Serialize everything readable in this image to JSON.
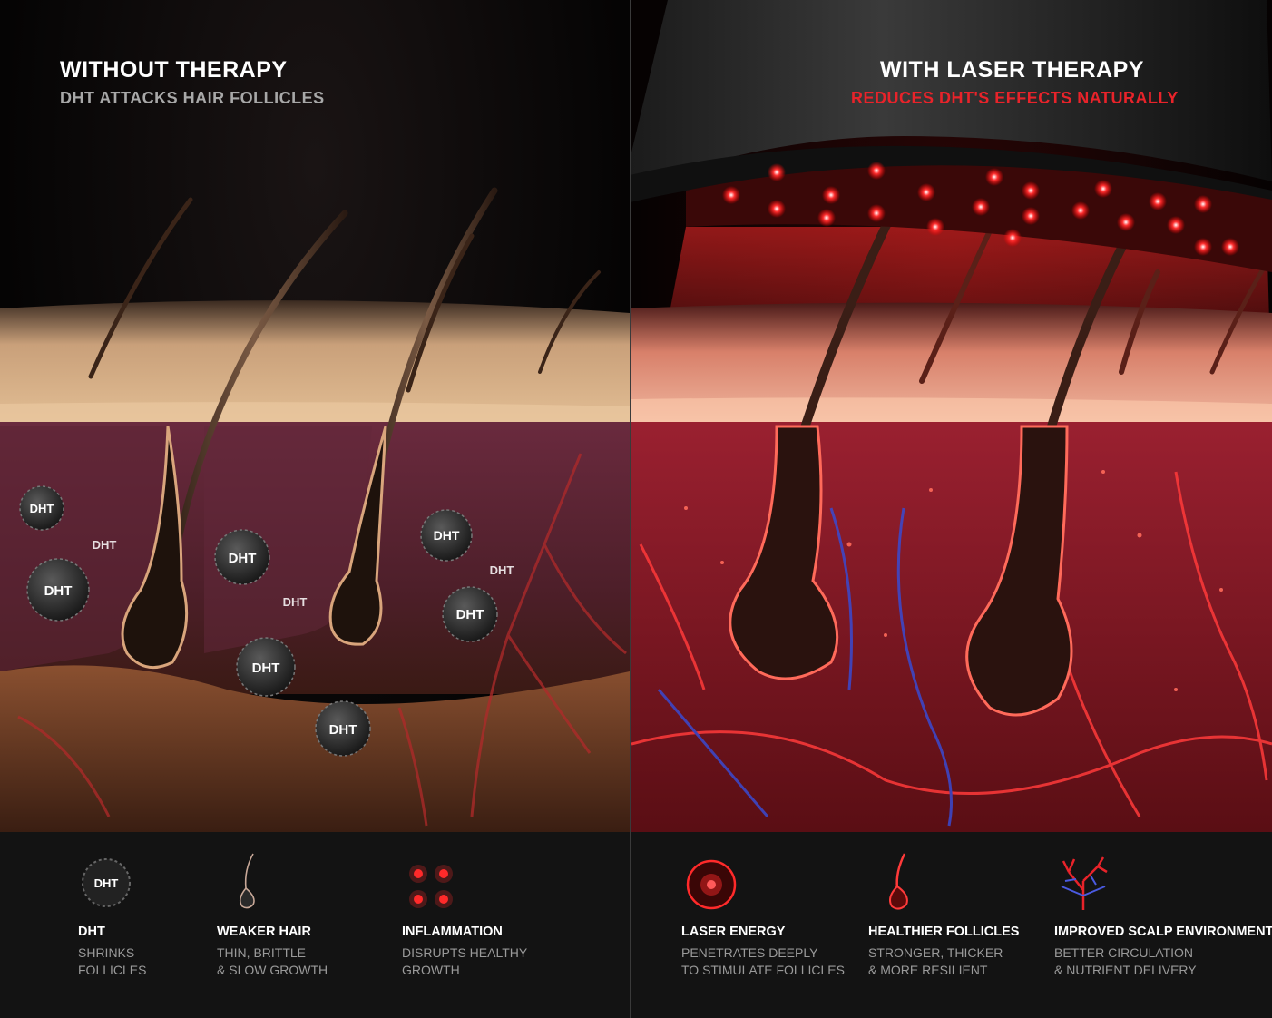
{
  "left_panel": {
    "title": "WITHOUT THERAPY",
    "subtitle": "DHT ATTACKS HAIR FOLLICLES",
    "particle_label": "DHT"
  },
  "right_panel": {
    "title": "WITH LASER THERAPY",
    "subtitle": "REDUCES DHT'S EFFECTS NATURALLY"
  },
  "legend_left": [
    {
      "icon": "dht-particle-icon",
      "title": "DHT",
      "line1": "SHRINKS",
      "line2": "FOLLICLES",
      "icon_text": "DHT"
    },
    {
      "icon": "hair-strand-icon",
      "title": "WEAKER HAIR",
      "line1": "THIN, BRITTLE",
      "line2": "& SLOW GROWTH"
    },
    {
      "icon": "inflammation-dots-icon",
      "title": "INFLAMMATION",
      "line1": "DISRUPTS HEALTHY",
      "line2": "GROWTH"
    }
  ],
  "legend_right": [
    {
      "icon": "laser-glow-icon",
      "title": "LASER ENERGY",
      "line1": "PENETRATES DEEPLY",
      "line2": "TO STIMULATE FOLLICLES"
    },
    {
      "icon": "red-hair-strand-icon",
      "title": "HEALTHIER FOLLICLES",
      "line1": "STRONGER, THICKER",
      "line2": "& MORE RESILIENT"
    },
    {
      "icon": "blood-vessel-icon",
      "title": "IMPROVED SCALP ENVIRONMENT",
      "line1": "BETTER CIRCULATION",
      "line2": "& NUTRIENT DELIVERY"
    }
  ],
  "colors": {
    "accent_red": "#e8232a",
    "subtitle_grey": "#a8a8a8",
    "skin_surface": "#c99a72",
    "dermis": "#5a2233"
  }
}
